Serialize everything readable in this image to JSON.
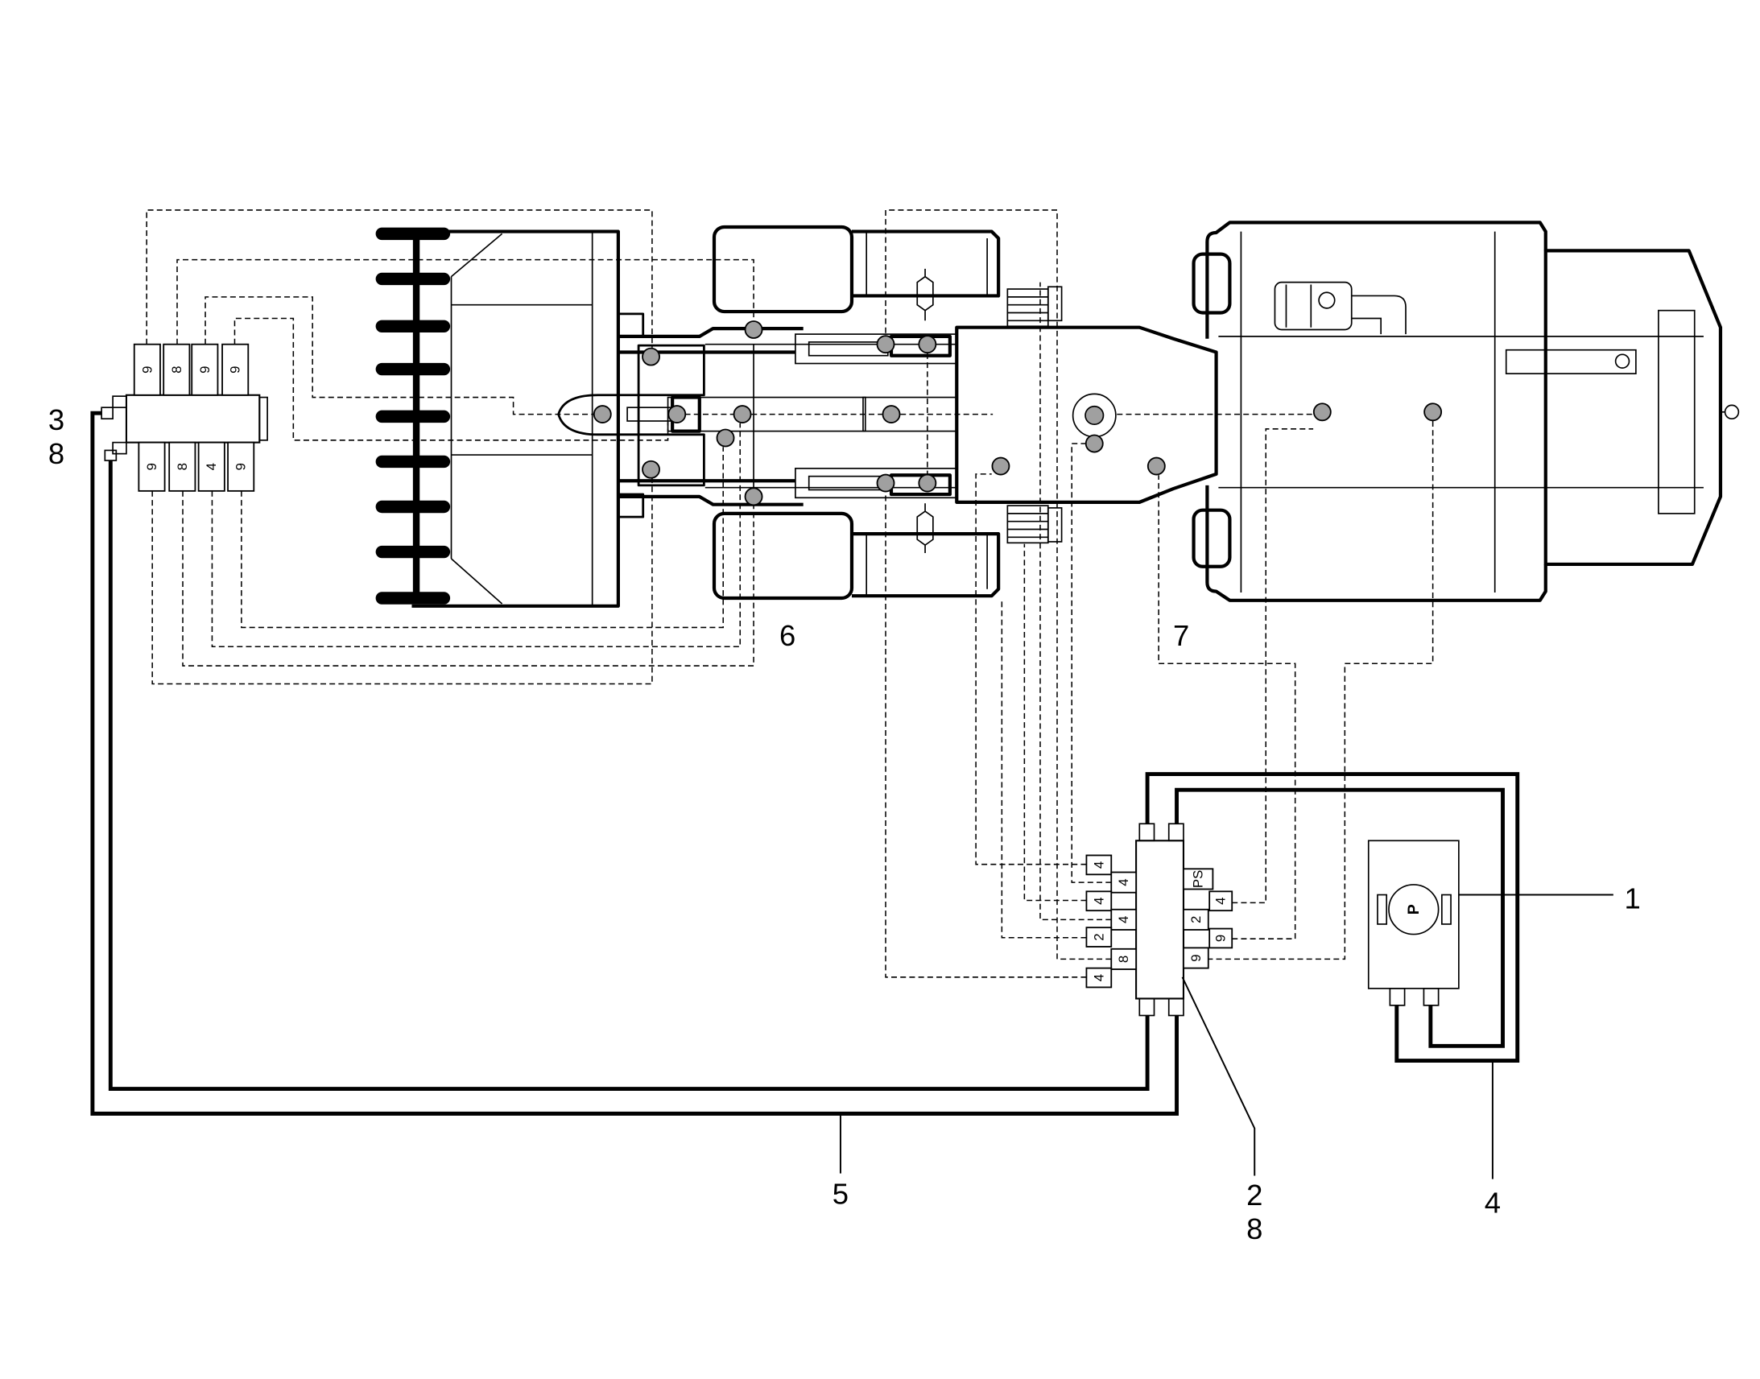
{
  "callouts": [
    "1",
    "2",
    "8",
    "3",
    "8",
    "4",
    "5",
    "6",
    "7"
  ],
  "pump": {
    "label": "P"
  },
  "secondary_distributor": {
    "top_outlets": [
      "9",
      "8",
      "9",
      "9"
    ],
    "bottom_outlets": [
      "9",
      "8",
      "4",
      "9"
    ]
  },
  "main_distributor": {
    "left_outlets": [
      "4",
      "4",
      "4",
      "4",
      "2",
      "8",
      "4"
    ],
    "right_outlets": [
      "PS",
      "4",
      "2",
      "9",
      "9"
    ]
  }
}
